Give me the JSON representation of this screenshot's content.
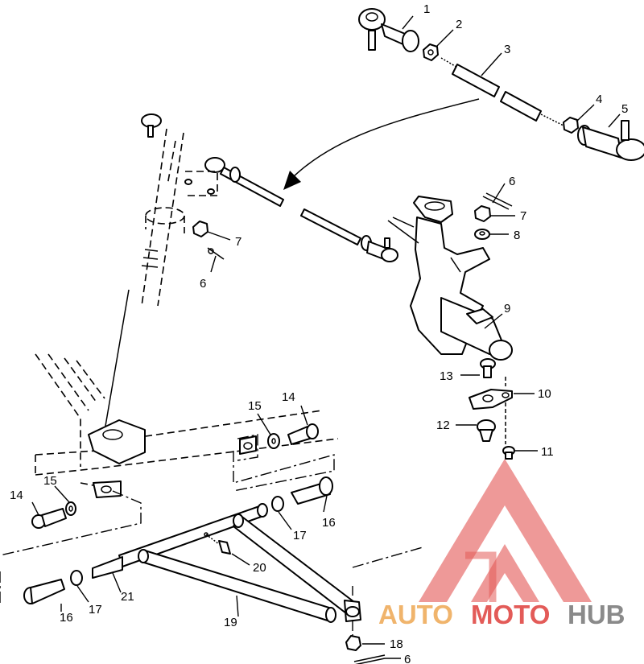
{
  "callouts": {
    "c1": "1",
    "c2": "2",
    "c3": "3",
    "c4": "4",
    "c5": "5",
    "c6a": "6",
    "c7a": "7",
    "c8": "8",
    "c9": "9",
    "c10": "10",
    "c11": "11",
    "c12": "12",
    "c13": "13",
    "c7b": "7",
    "c6b": "6",
    "c14a": "14",
    "c15a": "15",
    "c14b": "14",
    "c15b": "15",
    "c16a": "16",
    "c17a": "17",
    "c16b": "16",
    "c17b": "17",
    "c18": "18",
    "c6c": "6",
    "c19": "19",
    "c20": "20",
    "c21": "21"
  },
  "watermark": {
    "part1": "AUTO",
    "part2": "MOTO",
    "part3": "HUB",
    "colors": {
      "red": "#e35b58",
      "orange": "#f0b46c",
      "gray": "#8a8a8a"
    }
  }
}
